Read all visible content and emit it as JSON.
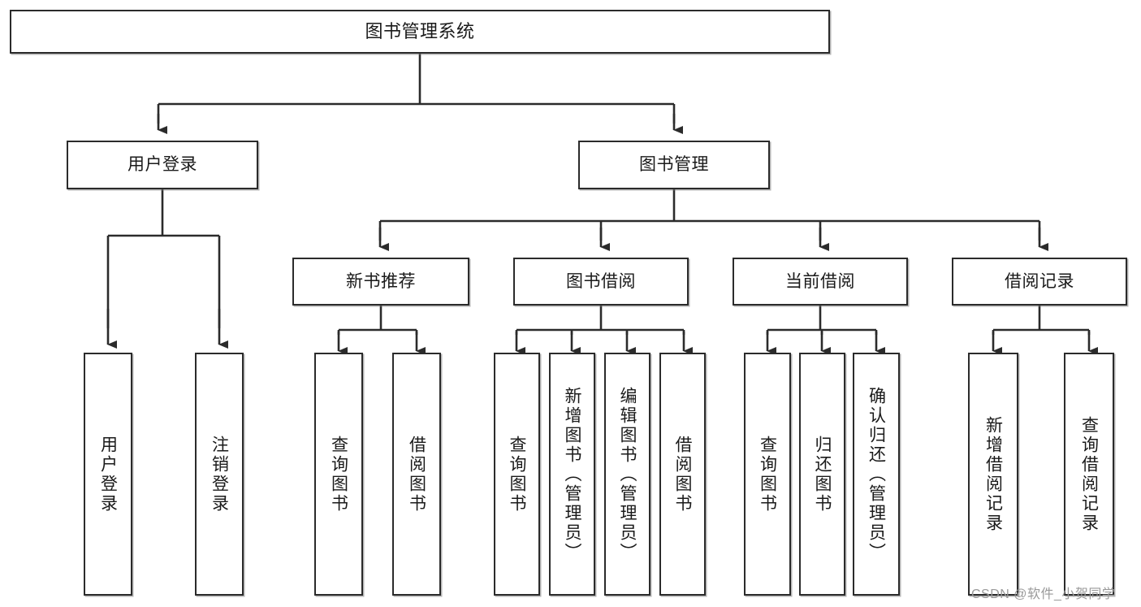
{
  "diagram": {
    "title": "图书管理系统",
    "type": "hierarchy-tree",
    "nodes": {
      "root": {
        "label": "图书管理系统"
      },
      "level2": [
        {
          "id": "user-login",
          "label": "用户登录"
        },
        {
          "id": "book-management",
          "label": "图书管理"
        }
      ],
      "level3": [
        {
          "id": "new-book-recommend",
          "label": "新书推荐"
        },
        {
          "id": "book-borrow",
          "label": "图书借阅"
        },
        {
          "id": "current-borrow",
          "label": "当前借阅"
        },
        {
          "id": "borrow-record",
          "label": "借阅记录"
        }
      ],
      "leaves": {
        "user_login": [
          {
            "id": "leaf-user-login",
            "label": "用户登录"
          },
          {
            "id": "leaf-logout-login",
            "label": "注销登录"
          }
        ],
        "new_book_recommend": [
          {
            "id": "leaf-query-book-1",
            "label": "查询图书"
          },
          {
            "id": "leaf-borrow-book-1",
            "label": "借阅图书"
          }
        ],
        "book_borrow": [
          {
            "id": "leaf-query-book-2",
            "label": "查询图书"
          },
          {
            "id": "leaf-add-book",
            "label": "新增图书（管理员）"
          },
          {
            "id": "leaf-edit-book",
            "label": "编辑图书（管理员）"
          },
          {
            "id": "leaf-borrow-book-2",
            "label": "借阅图书"
          }
        ],
        "current_borrow": [
          {
            "id": "leaf-query-book-3",
            "label": "查询图书"
          },
          {
            "id": "leaf-return-book",
            "label": "归还图书"
          },
          {
            "id": "leaf-confirm-return",
            "label": "确认归还（管理员）"
          }
        ],
        "borrow_record": [
          {
            "id": "leaf-add-record",
            "label": "新增借阅记录"
          },
          {
            "id": "leaf-query-record",
            "label": "查询借阅记录"
          }
        ]
      }
    },
    "colors": {
      "box_border": "#2b2b2b",
      "box_fill": "#ffffff",
      "connector": "#2b2b2b",
      "text": "#1a1a1a",
      "watermark": "#9a9a9a"
    }
  },
  "watermark": {
    "text": "CSDN @软件_小贺同学"
  }
}
